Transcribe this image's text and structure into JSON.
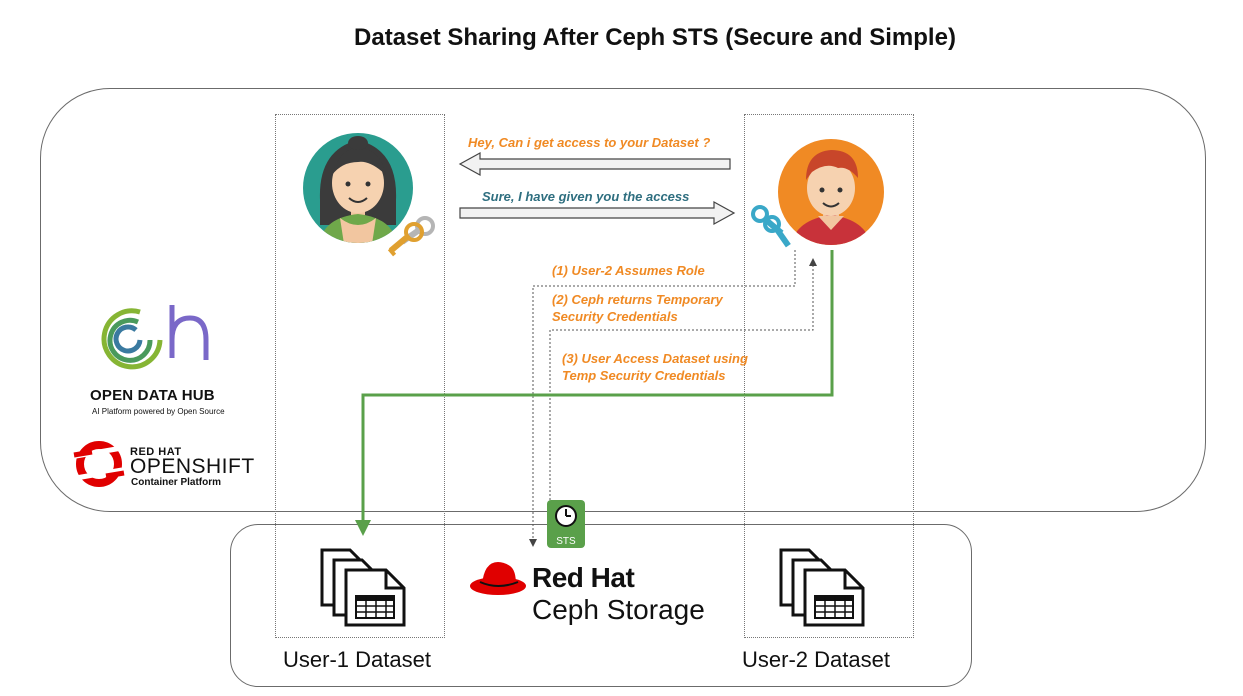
{
  "title": "Dataset Sharing After Ceph STS (Secure and Simple)",
  "messages": {
    "request": "Hey, Can i get access to your Dataset ?",
    "grant": "Sure, I have given you the access"
  },
  "steps": {
    "step1": "(1) User-2 Assumes Role",
    "step2_line1": "(2) Ceph returns Temporary",
    "step2_line2": "Security Credentials",
    "step3_line1": "(3) User Access Dataset using",
    "step3_line2": "Temp Security Credentials"
  },
  "datasets": {
    "user1": "User-1 Dataset",
    "user2": "User-2 Dataset"
  },
  "logos": {
    "odh_name": "OPEN DATA HUB",
    "odh_tagline": "AI Platform powered by Open Source",
    "redhat_top": "RED HAT",
    "openshift": "OPENSHIFT",
    "container_platform": "Container Platform",
    "ceph_brand": "Red Hat",
    "ceph_product": "Ceph Storage",
    "sts": "STS"
  },
  "colors": {
    "orange": "#f08a24",
    "teal": "#2f6f80",
    "green": "#5aa04a",
    "redhat_red": "#e00000"
  }
}
